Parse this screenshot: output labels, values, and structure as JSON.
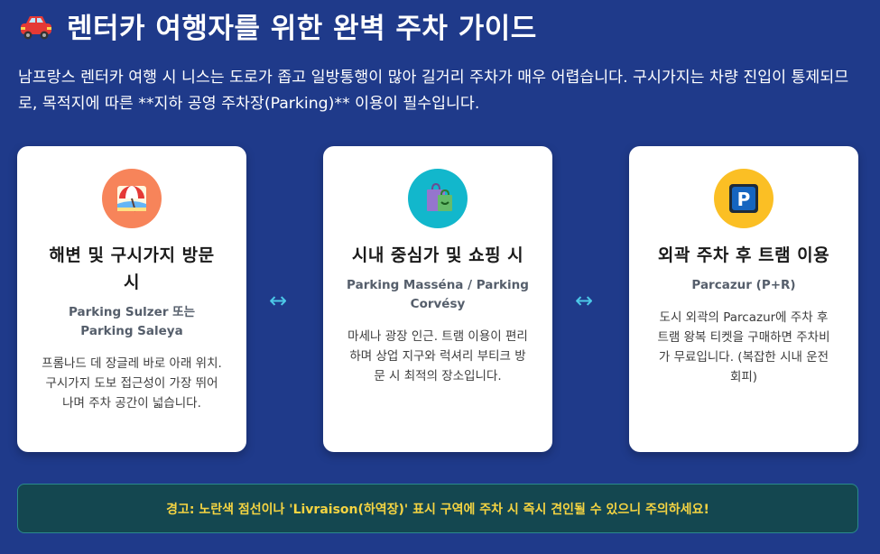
{
  "header": {
    "icon": "car-icon",
    "title": "렌터카 여행자를 위한 완벽 주차 가이드"
  },
  "intro": "남프랑스 렌터카 여행 시 니스는 도로가 좁고 일방통행이 많아 길거리 주차가 매우 어렵습니다. 구시가지는 차량 진입이 통제되므로, 목적지에 따른 **지하 공영 주차장(Parking)** 이용이 필수입니다.",
  "cards": [
    {
      "icon": "beach-umbrella-icon",
      "icon_bg": "#f7845a",
      "title": "해변 및 구시가지 방문 시",
      "subtitle": "Parking Sulzer 또는 Parking Saleya",
      "description": "프롬나드 데 장글레 바로 아래 위치. 구시가지 도보 접근성이 가장 뛰어나며 주차 공간이 넓습니다."
    },
    {
      "icon": "shopping-bags-icon",
      "icon_bg": "#12b7cc",
      "title": "시내 중심가 및 쇼핑 시",
      "subtitle": "Parking Masséna / Parking Corvésy",
      "description": "마세나 광장 인근. 트램 이용이 편리하며 상업 지구와 럭셔리 부티크 방문 시 최적의 장소입니다."
    },
    {
      "icon": "parking-sign-icon",
      "icon_bg": "#fbbf24",
      "title": "외곽 주차 후 트램 이용",
      "subtitle": "Parcazur (P+R)",
      "description": "도시 외곽의 Parcazur에 주차 후 트램 왕복 티켓을 구매하면 주차비가 무료입니다. (복잡한 시내 운전 회피)"
    }
  ],
  "arrows": [
    "↔",
    "↔"
  ],
  "warning": "경고: 노란색 점선이나 'Livraison(하역장)' 표시 구역에 주차 시 즉시 견인될 수 있으니 주의하세요!",
  "colors": {
    "background": "#1f3a8a",
    "arrow": "#4cc9e8",
    "warning_text": "#f5d442",
    "warning_bg": "#144750"
  }
}
